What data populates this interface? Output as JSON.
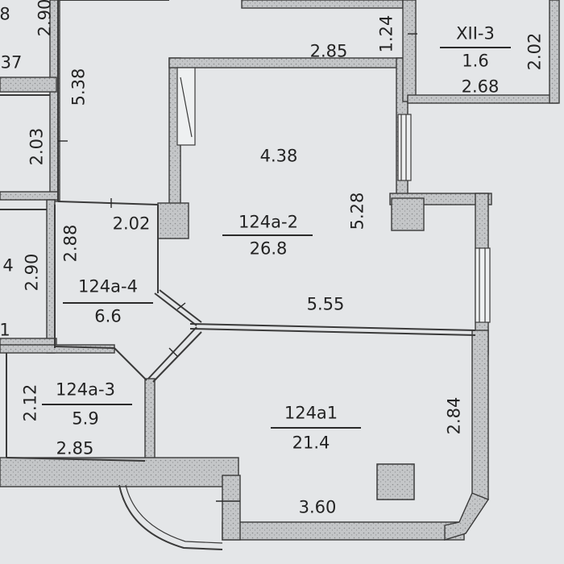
{
  "rooms": [
    {
      "code": "124а-2",
      "area": "26.8"
    },
    {
      "code": "124а-4",
      "area": "6.6"
    },
    {
      "code": "124а-3",
      "area": "5.9"
    },
    {
      "code": "124а1",
      "area": "21.4"
    },
    {
      "code": "ХII-3",
      "area": "1.6"
    }
  ],
  "dimensions": {
    "top_290": "2.90",
    "top_37": "37",
    "top_8": "8",
    "d_538": "5.38",
    "d_285_top": "2.85",
    "d_124": "1.24",
    "d_202_right": "2.02",
    "d_268": "2.68",
    "d_203": "2.03",
    "d_438": "4.38",
    "d_528": "5.28",
    "d_202_mid": "2.02",
    "d_288": "2.88",
    "d_290_left": "2.90",
    "d_4": "4",
    "d_555": "5.55",
    "d_1": "1",
    "d_212": "2.12",
    "d_285_bottom": "2.85",
    "d_284": "2.84",
    "d_360": "3.60"
  },
  "colors": {
    "paper": "#e4e6e8",
    "wall": "#3a3a3a",
    "wall_fill": "#b9bbbd",
    "text": "#232323"
  }
}
